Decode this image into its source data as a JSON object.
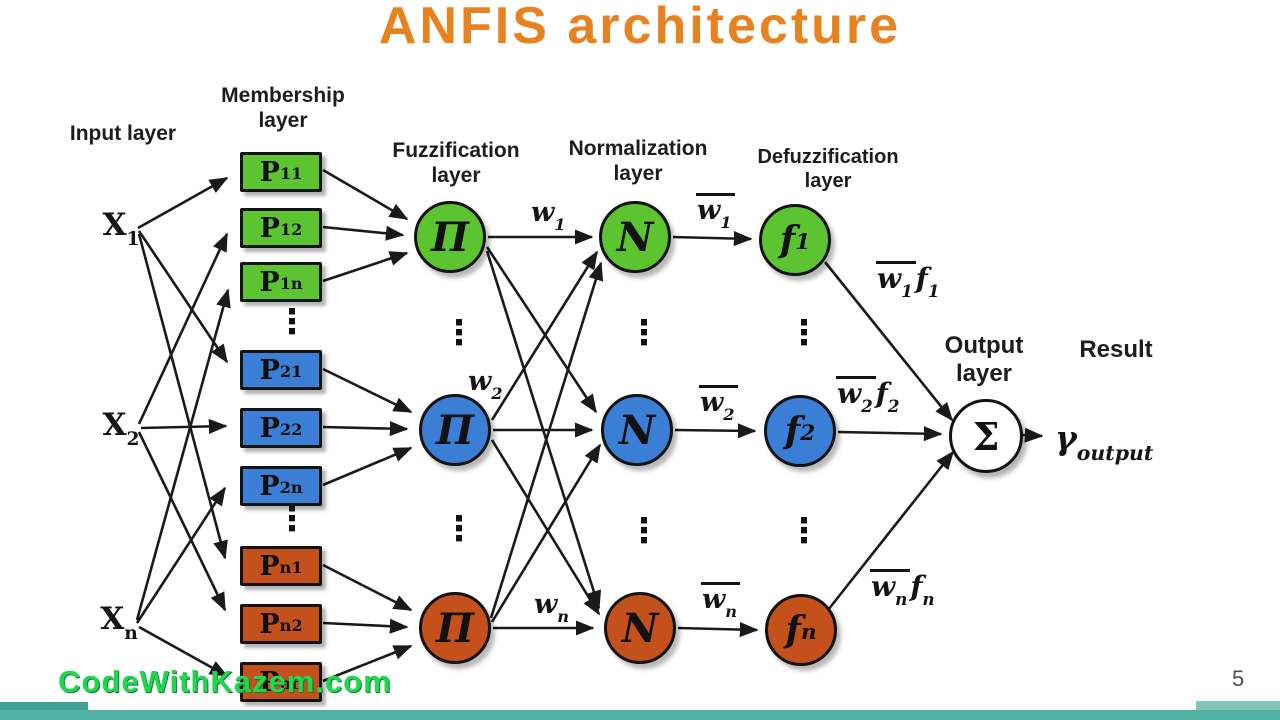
{
  "title": "ANFIS architecture",
  "page_number": "5",
  "watermark": "CodeWithKazem.com",
  "dots": "⋮",
  "colors": {
    "node_green": "#5cc331",
    "node_blue": "#3a7fd5",
    "node_orange": "#c4511b",
    "title_orange": "#e8821f",
    "footer_teal": "#4fb2a4",
    "watermark_green": "#23d64f",
    "edge_black": "#1a1a1a"
  },
  "layers": {
    "input": {
      "label": "Input layer",
      "nodes": [
        {
          "base": "X",
          "sub": "1"
        },
        {
          "base": "X",
          "sub": "2"
        },
        {
          "base": "X",
          "sub": "n"
        }
      ]
    },
    "membership": {
      "label": "Membership layer",
      "nodes": [
        {
          "base": "P",
          "sub": "11",
          "color": "green"
        },
        {
          "base": "P",
          "sub": "12",
          "color": "green"
        },
        {
          "base": "P",
          "sub": "1n",
          "color": "green"
        },
        {
          "base": "P",
          "sub": "21",
          "color": "blue"
        },
        {
          "base": "P",
          "sub": "22",
          "color": "blue"
        },
        {
          "base": "P",
          "sub": "2n",
          "color": "blue"
        },
        {
          "base": "P",
          "sub": "n1",
          "color": "orange"
        },
        {
          "base": "P",
          "sub": "n2",
          "color": "orange"
        },
        {
          "base": "P",
          "sub": "nn",
          "color": "orange"
        }
      ]
    },
    "fuzzification": {
      "label": "Fuzzification layer",
      "nodes": [
        {
          "symbol": "Π",
          "color": "green"
        },
        {
          "symbol": "Π",
          "color": "blue"
        },
        {
          "symbol": "Π",
          "color": "orange"
        }
      ]
    },
    "normalization": {
      "label": "Normalization layer",
      "nodes": [
        {
          "symbol": "N",
          "color": "green"
        },
        {
          "symbol": "N",
          "color": "blue"
        },
        {
          "symbol": "N",
          "color": "orange"
        }
      ]
    },
    "defuzzification": {
      "label": "Defuzzification layer",
      "nodes": [
        {
          "base": "f",
          "sub": "1",
          "color": "green"
        },
        {
          "base": "f",
          "sub": "2",
          "color": "blue"
        },
        {
          "base": "f",
          "sub": "n",
          "color": "orange"
        }
      ]
    },
    "output": {
      "label": "Output layer",
      "symbol": "Σ"
    },
    "result": {
      "label": "Result",
      "value": {
        "base": "γ",
        "sub": "output"
      }
    }
  },
  "edge_labels": {
    "w1": {
      "base": "w",
      "sub": "1"
    },
    "w2": {
      "base": "w",
      "sub": "2"
    },
    "wn": {
      "base": "w",
      "sub": "n"
    },
    "wbar1": {
      "base": "w",
      "sub": "1"
    },
    "wbar2": {
      "base": "w",
      "sub": "2"
    },
    "wbarn": {
      "base": "w",
      "sub": "n"
    },
    "wf1": {
      "w": "w",
      "wsub": "1",
      "f": "f",
      "fsub": "1"
    },
    "wf2": {
      "w": "w",
      "wsub": "2",
      "f": "f",
      "fsub": "2"
    },
    "wfn": {
      "w": "w",
      "wsub": "n",
      "f": "f",
      "fsub": "n"
    }
  }
}
